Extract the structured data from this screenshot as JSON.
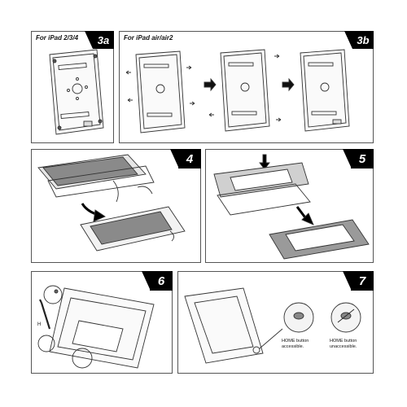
{
  "steps": {
    "s3a": {
      "badge": "3a",
      "title": "For iPad 2/3/4"
    },
    "s3b": {
      "badge": "3b",
      "title": "For iPad air/air2"
    },
    "s4": {
      "badge": "4"
    },
    "s5": {
      "badge": "5"
    },
    "s6": {
      "badge": "6",
      "tool_label": "H"
    },
    "s7": {
      "badge": "7",
      "callout_accessible": "HOME button accessible.",
      "callout_unaccessible": "HOME button unaccessible."
    }
  },
  "colors": {
    "line": "#333333",
    "panel_border": "#555555",
    "tab_bg": "#000000",
    "tab_text": "#ffffff",
    "device_screen": "#8a8a8a",
    "frame_gray": "#cfcfcf"
  }
}
